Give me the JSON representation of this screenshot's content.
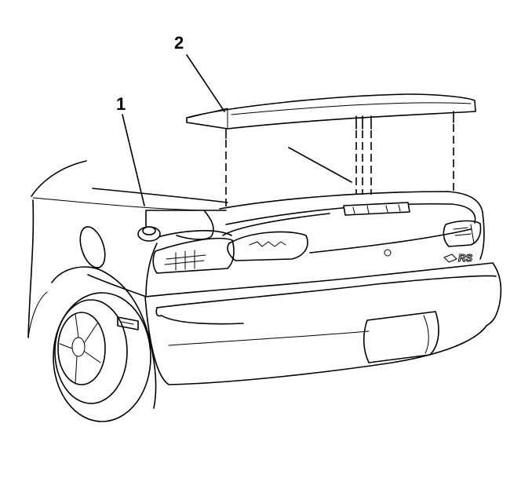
{
  "callouts": [
    {
      "id": "1"
    },
    {
      "id": "2"
    }
  ],
  "badge": {
    "text": "RS"
  }
}
